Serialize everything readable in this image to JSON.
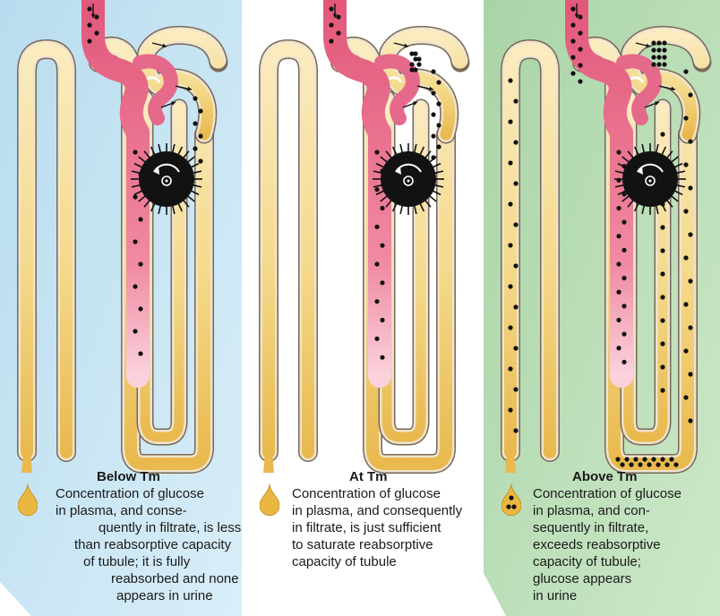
{
  "panels": [
    {
      "title": "Below Tm",
      "background": "#c5e2f1",
      "glucose_level": "below",
      "lines": [
        "Concentration of glucose",
        "in plasma, and conse-",
        "quently in filtrate, is less",
        "than reabsorptive capacity",
        "of tubule; it is fully",
        "reabsorbed and none",
        "appears in urine"
      ]
    },
    {
      "title": "At Tm",
      "background": "#ffffff",
      "glucose_level": "at",
      "lines": [
        "Concentration of glucose",
        "in plasma, and consequently",
        "in filtrate, is just sufficient",
        "to saturate reabsorptive",
        "capacity of tubule"
      ]
    },
    {
      "title": "Above Tm",
      "background": "#b9dcb6",
      "glucose_level": "above",
      "lines": [
        "Concentration of glucose",
        "in plasma, and con-",
        "sequently in filtrate,",
        "exceeds reabsorptive",
        "capacity of tubule;",
        "glucose appears",
        "in urine"
      ]
    }
  ],
  "colors": {
    "tubule_fill": "#f7e2a4",
    "tubule_wall": "#7a6a57",
    "vessel": "#e06683",
    "glomerulus": "#121212",
    "glucose_dot": "#111111",
    "urine_drop": "#eab743"
  },
  "icons": [
    "glomerulus-icon",
    "urine-drop-icon",
    "flow-arrow-icon"
  ]
}
